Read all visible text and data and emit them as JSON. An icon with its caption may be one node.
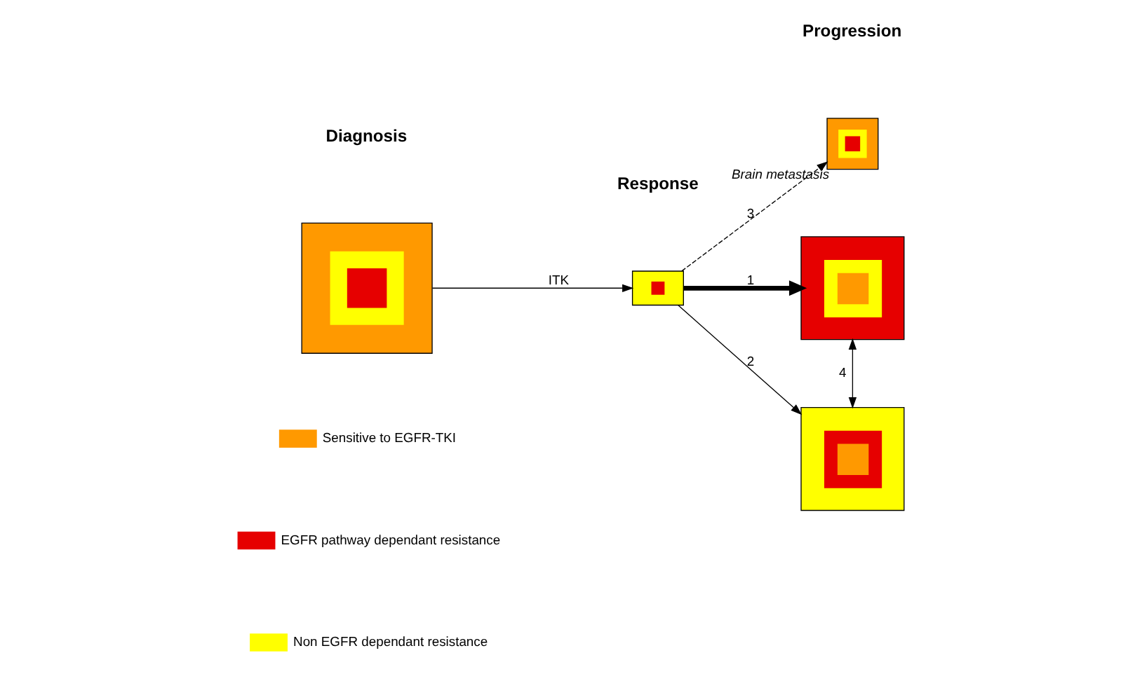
{
  "diagram": {
    "nodes": [
      {
        "text": [],
        "shape": "box"
      },
      {
        "text": [],
        "shape": "box"
      },
      {
        "text": [],
        "shape": "box",
        "beside": [
          "Brain metastasis"
        ]
      },
      {
        "text": [],
        "shape": "box"
      },
      {
        "text": [],
        "shape": "box"
      }
    ],
    "edges": [
      {
        "from": 0,
        "to": 1,
        "arrow": "to",
        "label": "ITK"
      },
      {
        "from": 1,
        "to": 3,
        "arrow": "to",
        "label": "1",
        "style": "thick"
      },
      {
        "from": 1,
        "to": 4,
        "arrow": "to",
        "label": "2"
      },
      {
        "from": 1,
        "to": 2,
        "arrow": "to",
        "label": "3",
        "style": "dashed"
      },
      {
        "from": 3,
        "to": 4,
        "arrow": "both",
        "label": "4"
      }
    ],
    "labels": [
      "Diagnosis",
      "Response",
      "Progression"
    ],
    "legend": [
      {
        "text": "Sensitive to EGFR-TKI",
        "color": "#ff9900"
      },
      {
        "text": "EGFR pathway dependant resistance",
        "color": "#e60000"
      },
      {
        "text": "Non EGFR dependant resistance",
        "color": "#ffff00"
      }
    ]
  }
}
